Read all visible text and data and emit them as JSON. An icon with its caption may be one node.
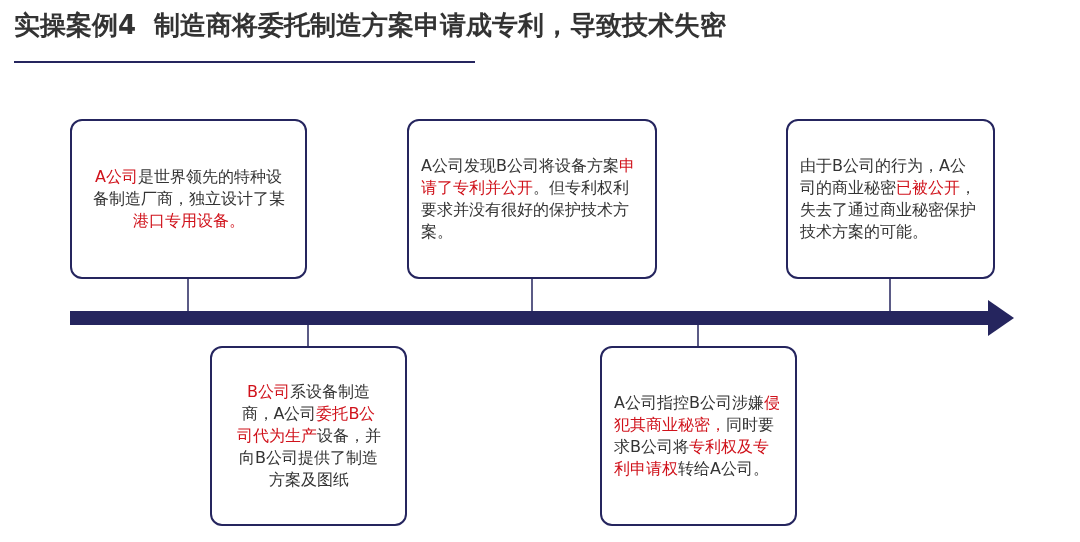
{
  "diagram": {
    "title": "实操案例4  制造商将委托制造方案申请成专利，导致技术失密",
    "nodes": [
      {
        "text": [
          "**A公司**是世界领先的特种设备制造厂商，独立设计了某**港口专用设备。**"
        ]
      },
      {
        "text": [
          "**B公司**系设备制造商，A公司**委托B公司代为生产**设备，并向B公司提供了制造方案及图纸"
        ]
      },
      {
        "text": [
          "A公司发现B公司将设备方案**申请了专利并公开**。但专利权利要求并没有很好的保护技术方案。"
        ]
      },
      {
        "text": [
          "A公司指控B公司涉嫌**侵犯其商业秘密，**同时要求B公司将**专利权及专利申请权**转给A公司。"
        ]
      },
      {
        "text": [
          "由于B公司的行为，A公司的商业秘密**已被公开**，失去了通过商业秘密保护技术方案的可能。"
        ]
      },
      {
        "text": [],
        "shape": "bar"
      }
    ],
    "edges": [
      {
        "from": 0,
        "to": 5,
        "arrow": "none"
      },
      {
        "from": 1,
        "to": 5,
        "arrow": "none"
      },
      {
        "from": 2,
        "to": 5,
        "arrow": "none"
      },
      {
        "from": 3,
        "to": 5,
        "arrow": "none"
      },
      {
        "from": 4,
        "to": 5,
        "arrow": "none"
      }
    ]
  }
}
